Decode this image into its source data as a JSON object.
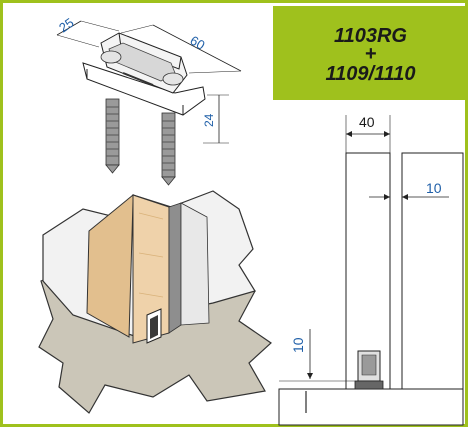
{
  "title": {
    "line1": "1103RG",
    "line2": "+",
    "line3": "1109/1110"
  },
  "guide_dimensions": {
    "width": "25",
    "length": "60",
    "height": "24"
  },
  "section_dimensions": {
    "door_thickness": "40",
    "wall_gap": "10",
    "floor_gap": "10"
  },
  "colors": {
    "accent": "#9fc11d",
    "dimension_text": "#1f5fa8",
    "wood": "#e8c79a",
    "concrete": "#cbc6b8"
  }
}
